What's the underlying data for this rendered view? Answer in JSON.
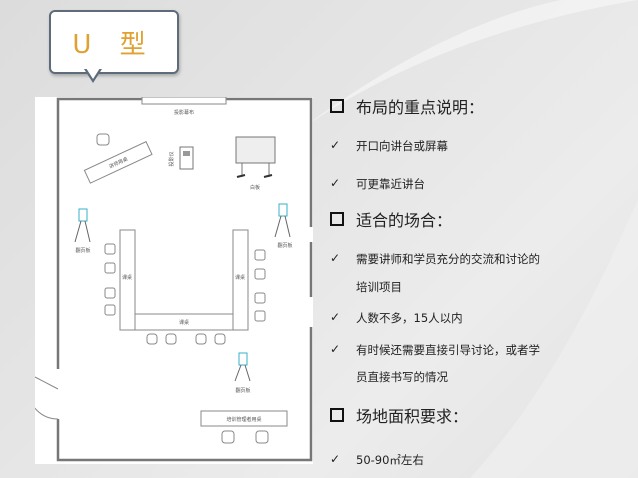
{
  "callout": {
    "title": "U 型"
  },
  "floor_plan": {
    "labels": {
      "screen": "投影幕布",
      "instructor_desk": "讲师用桌",
      "projector": "投影仪",
      "whiteboard": "白板",
      "flipchart": "翻页板",
      "desk": "课桌",
      "side_desk": "课桌",
      "admin_desk": "培训管理者用桌"
    }
  },
  "sections": [
    {
      "heading": "布局的重点说明：",
      "items": [
        [
          "开口向讲台或屏幕"
        ],
        [
          "可更靠近讲台"
        ]
      ]
    },
    {
      "heading": "适合的场合：",
      "items": [
        [
          "需要讲师和学员充分的交流和讨论的",
          "培训项目"
        ],
        [
          "人数不多，15人以内"
        ],
        [
          "有时候还需要直接引导讨论，或者学",
          "员直接书写的情况"
        ]
      ]
    },
    {
      "heading": "场地面积要求：",
      "items": [
        [
          "50-90㎡左右"
        ]
      ]
    }
  ],
  "icons": {
    "heading_bullet": "hollow-square-icon",
    "item_bullet": "check-icon"
  },
  "colors": {
    "title": "#e0a132",
    "callout_border": "#5d6b7a",
    "flipchart": "#3ab0c8"
  }
}
